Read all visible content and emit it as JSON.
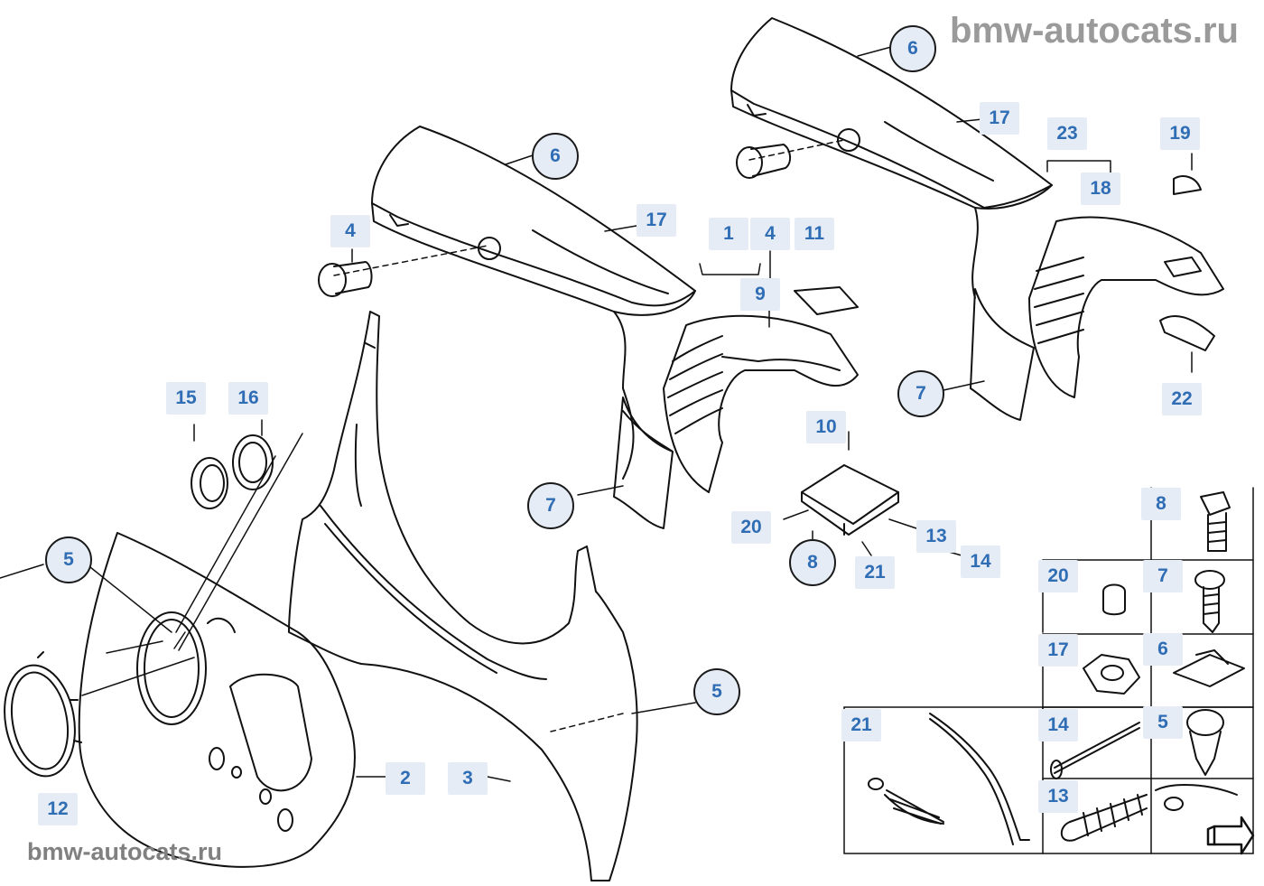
{
  "watermark": {
    "top": "bmw-autocats.ru",
    "bottom": "bmw-autocats.ru"
  },
  "callouts": {
    "c1": "1",
    "c2": "2",
    "c3": "3",
    "c4a": "4",
    "c4b": "4",
    "c5a": "5",
    "c5b": "5",
    "c6a": "6",
    "c6b": "6",
    "c7a": "7",
    "c7b": "7",
    "c8": "8",
    "c9": "9",
    "c10": "10",
    "c11": "11",
    "c12": "12",
    "c13": "13",
    "c14": "14",
    "c15": "15",
    "c16": "16",
    "c17a": "17",
    "c17b": "17",
    "c18": "18",
    "c19": "19",
    "c20": "20",
    "c21": "21",
    "c22": "22",
    "c23": "23"
  },
  "hardware_grid": {
    "h8": "8",
    "h7": "7",
    "h20": "20",
    "h6": "6",
    "h17": "17",
    "h5": "5",
    "h14": "14",
    "h21": "21",
    "h13": "13"
  }
}
